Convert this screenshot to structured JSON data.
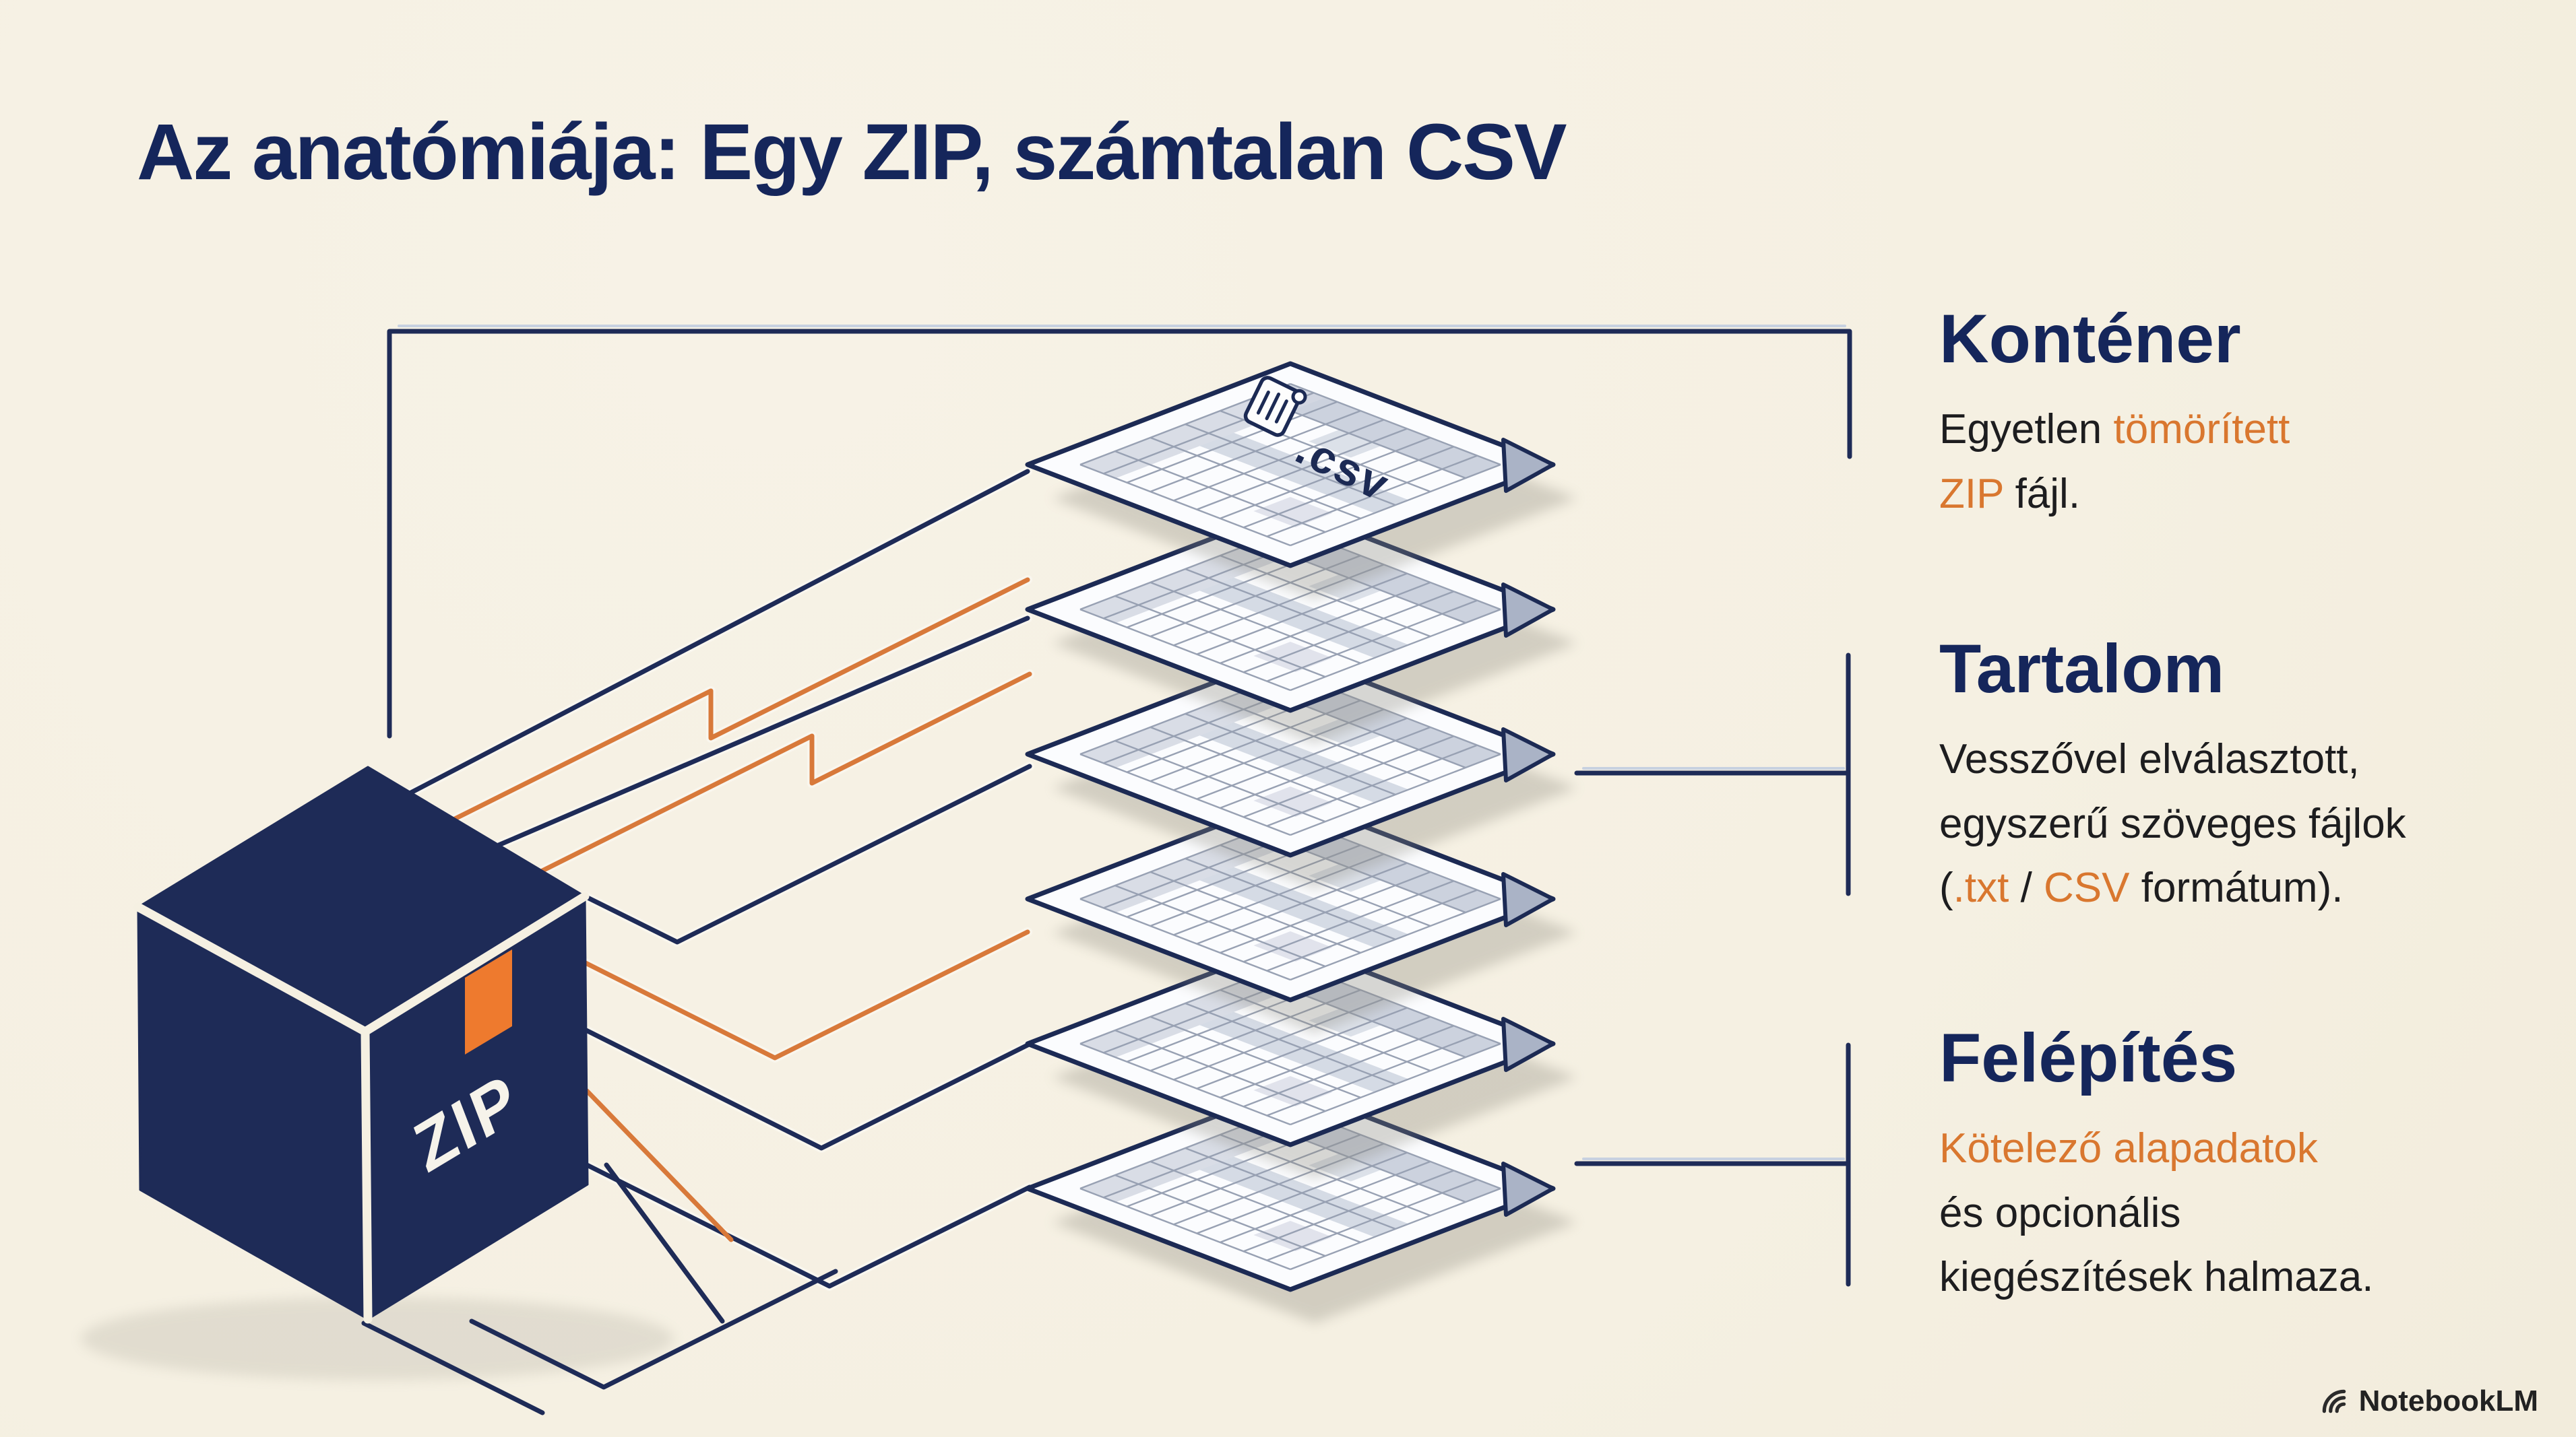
{
  "title": "Az anatómiája: Egy ZIP, számtalan CSV",
  "zip_box": {
    "label": "ZIP"
  },
  "stack": {
    "file_label": ".csv",
    "sheet_count": 6
  },
  "sections": [
    {
      "id": "kontener",
      "heading": "Konténer",
      "body": [
        [
          {
            "t": "Egyetlen ",
            "c": "dark"
          },
          {
            "t": "tömörített",
            "c": "orange"
          }
        ],
        [
          {
            "t": "ZIP",
            "c": "orange"
          },
          {
            "t": " fájl.",
            "c": "dark"
          }
        ]
      ]
    },
    {
      "id": "tartalom",
      "heading": "Tartalom",
      "body": [
        [
          {
            "t": "Vesszővel elválasztott,",
            "c": "dark"
          }
        ],
        [
          {
            "t": "egyszerű szöveges fájlok",
            "c": "dark"
          }
        ],
        [
          {
            "t": "(",
            "c": "dark"
          },
          {
            "t": ".txt",
            "c": "orange"
          },
          {
            "t": " / ",
            "c": "dark"
          },
          {
            "t": "CSV",
            "c": "orange"
          },
          {
            "t": " formátum).",
            "c": "dark"
          }
        ]
      ]
    },
    {
      "id": "felepites",
      "heading": "Felépítés",
      "body": [
        [
          {
            "t": "Kötelező alapadatok",
            "c": "orange"
          }
        ],
        [
          {
            "t": "és opcionális",
            "c": "dark"
          }
        ],
        [
          {
            "t": "kiegészítések halmaza.",
            "c": "dark"
          }
        ]
      ]
    }
  ],
  "watermark": {
    "label": "NotebookLM",
    "icon": "notebooklm-logo"
  },
  "colors": {
    "background": "#f5f0e2",
    "navy_line": "#1e2b57",
    "navy_dark": "#171e38",
    "heading_navy": "#15265b",
    "orange_line": "#d8793a",
    "tab_orange": "#ee7a2e",
    "text_orange": "#d9772f",
    "text_dark": "#1d1d1f",
    "paper_white": "#fbfcfe",
    "grid_gray": "#98a1b3"
  }
}
